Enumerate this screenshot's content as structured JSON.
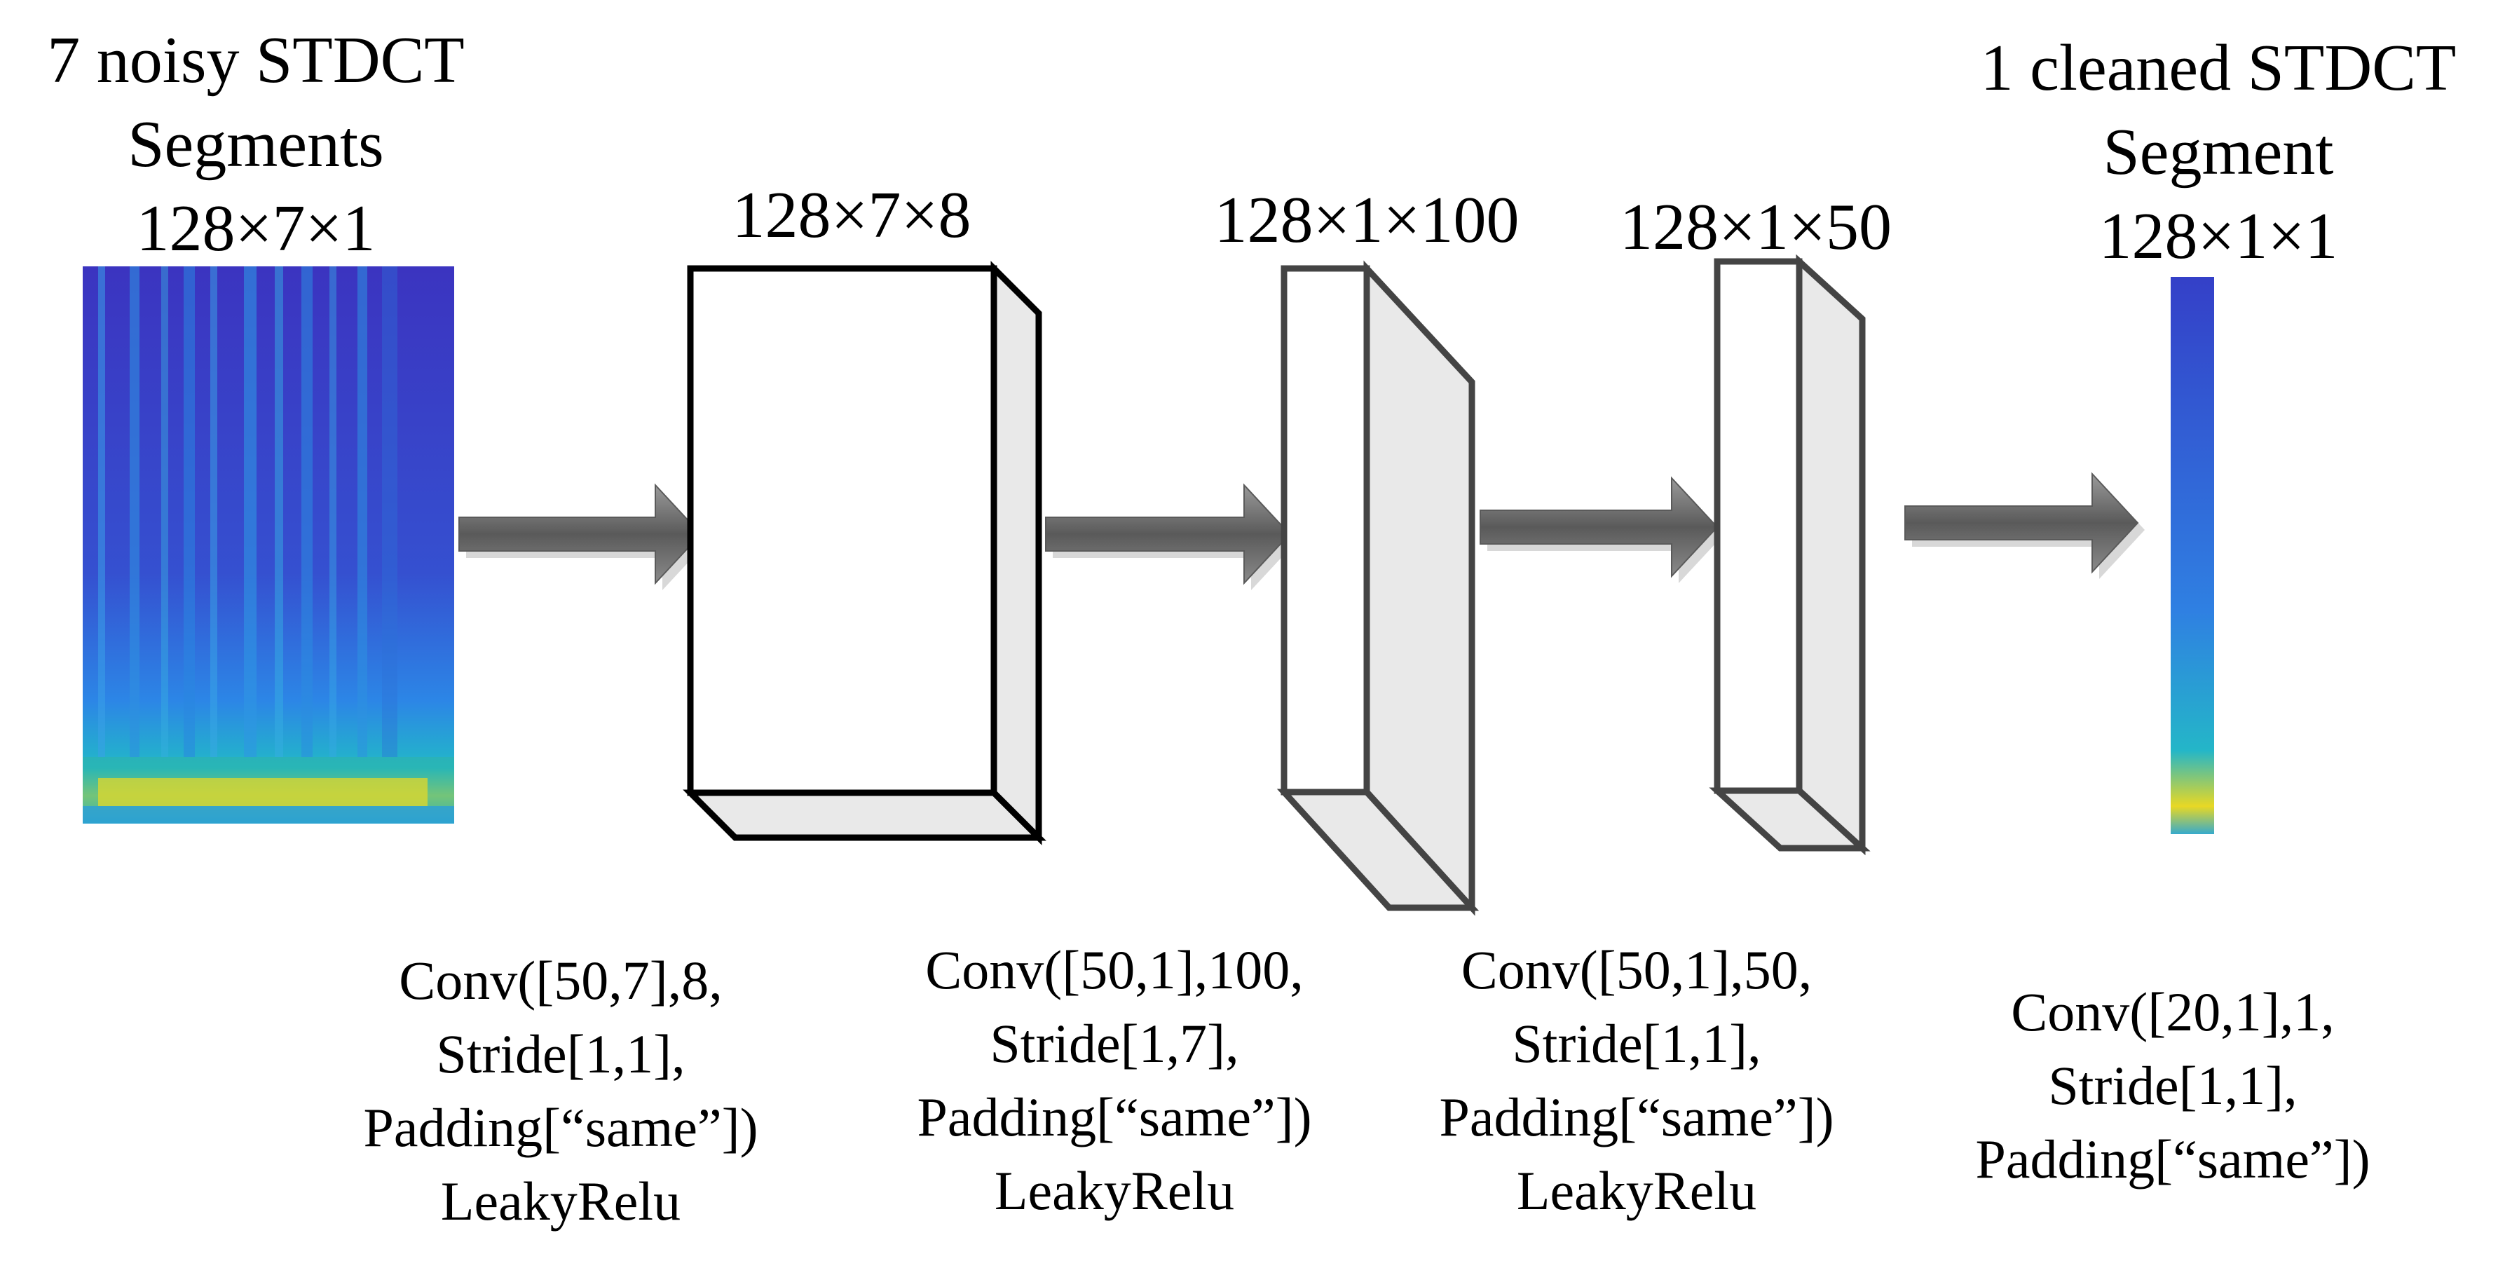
{
  "input": {
    "title_line1": "7 noisy STDCT",
    "title_line2": "Segments",
    "size": "128×7×1"
  },
  "layers": [
    {
      "size": "128×7×8"
    },
    {
      "size": "128×1×100"
    },
    {
      "size": "128×1×50"
    }
  ],
  "output": {
    "title_line1": "1 cleaned STDCT",
    "title_line2": "Segment",
    "size": "128×1×1"
  },
  "convs": [
    {
      "line1": "Conv([50,7],8,",
      "line2": "Stride[1,1],",
      "line3": "Padding[“same”])",
      "line4": "LeakyRelu"
    },
    {
      "line1": "Conv([50,1],100,",
      "line2": "Stride[1,7],",
      "line3": "Padding[“same”])",
      "line4": "LeakyRelu"
    },
    {
      "line1": "Conv([50,1],50,",
      "line2": "Stride[1,1],",
      "line3": "Padding[“same”])",
      "line4": "LeakyRelu"
    },
    {
      "line1": "Conv([20,1],1,",
      "line2": "Stride[1,1],",
      "line3": "Padding[“same”])"
    }
  ],
  "colors": {
    "spectrogram_base": "#3a30b8",
    "spectrogram_mid": "#2f8fe0",
    "spectrogram_high": "#1fc0b0",
    "spectrogram_peak": "#f0e020",
    "block_face": "#ffffff",
    "block_side": "#e8e8e8",
    "arrow": "#707070"
  }
}
